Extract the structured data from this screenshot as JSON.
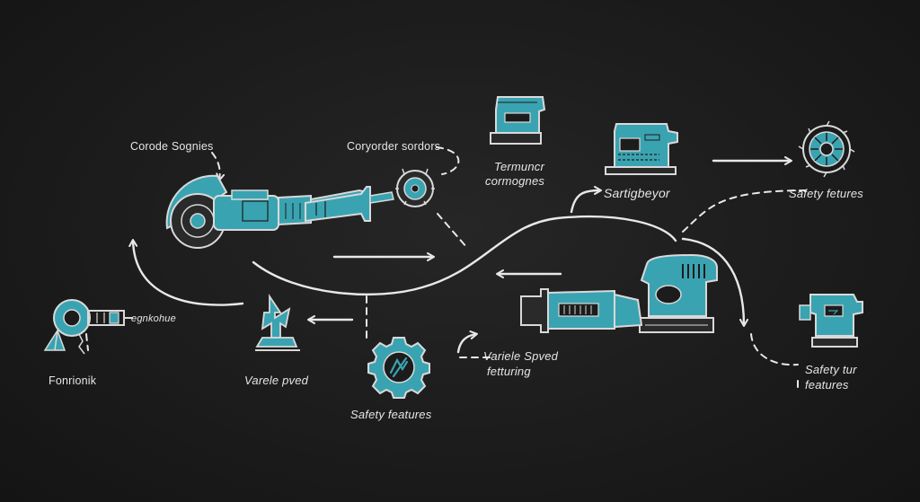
{
  "labels": {
    "corode_sognies": "Corode Sognies",
    "coryorder_sordors": "Coryorder sordors",
    "termuncr": "Termuncr",
    "cormognes": "cormognes",
    "sartigbeyor": "Sartigbeyor",
    "safety_fetures_top": "Safety fetures",
    "egnkohue": "egnkohue",
    "fonrionik": "Fonrionik",
    "varele_pved": "Varele pved",
    "safety_features_center": "Safety features",
    "variele_spved": "Variele Spved",
    "fetturing": "fetturing",
    "safety_tur": "Safety tur",
    "features_right": "features"
  },
  "colors": {
    "background": "#1c1c1c",
    "chalk": "#e8e8e8",
    "teal": "#3aa3b1",
    "outline": "#d9d9d9"
  },
  "icons": [
    "angle-grinder-icon",
    "polisher-icon",
    "palm-sander-icon",
    "jigsaw-icon",
    "saw-blade-icon",
    "orbital-sander-icon",
    "reciprocating-saw-icon",
    "wire-brush-icon",
    "chisel-icon",
    "gear-icon",
    "detail-sander-icon"
  ]
}
